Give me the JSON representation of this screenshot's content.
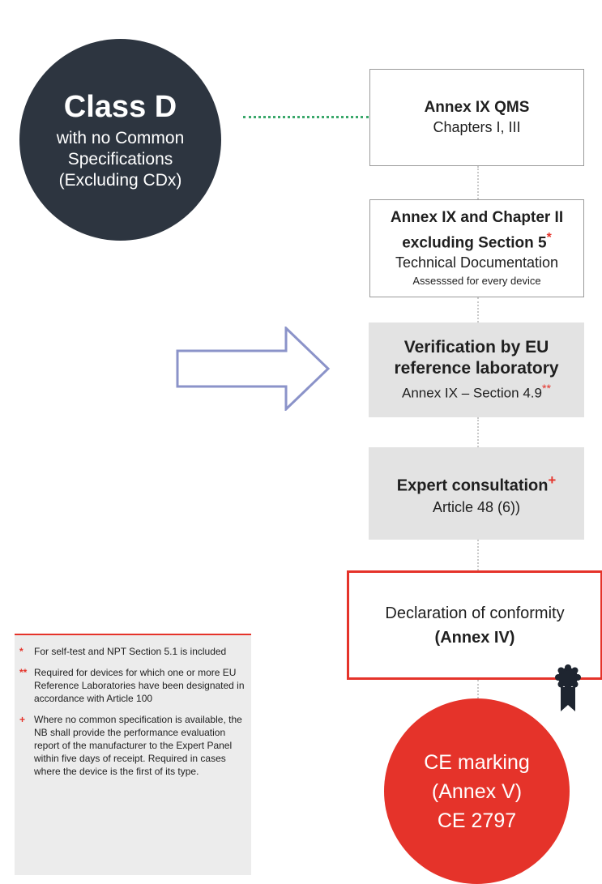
{
  "class_circle": {
    "title": "Class D",
    "lines": [
      "with no Common",
      "Specifications",
      "(Excluding CDx)"
    ]
  },
  "boxes": {
    "qms": {
      "title": "Annex IX QMS",
      "subtitle": "Chapters I, III"
    },
    "tech_doc": {
      "title_line1": "Annex IX and Chapter II",
      "title_line2": "excluding Section 5",
      "title_mark": "*",
      "subtitle": "Technical Documentation",
      "note": "Assesssed for every device"
    },
    "eurl": {
      "title_line1": "Verification by EU",
      "title_line2": "reference laboratory",
      "subtitle": "Annex IX – Section 4.9",
      "subtitle_mark": "**"
    },
    "expert": {
      "title": "Expert consultation",
      "title_mark": "+",
      "subtitle": "Article 48 (6))"
    },
    "declaration": {
      "line1": "Declaration of conformity",
      "line2": "(Annex IV)"
    }
  },
  "ce_circle": {
    "lines": [
      "CE marking",
      "(Annex V)",
      "CE 2797"
    ]
  },
  "notes": [
    {
      "mark": "*",
      "text": "For self-test and NPT Section 5.1 is included"
    },
    {
      "mark": "**",
      "text": "Required for devices for which one or more EU Reference Laboratories have been designated in accordance with Article 100"
    },
    {
      "mark": "+",
      "text": "Where no common specification is available, the NB shall provide the performance evaluation report of the manufacturer to the Expert Panel within five days of receipt. Required in cases where the device is the first of its type."
    }
  ],
  "colors": {
    "dark": "#2d3540",
    "accent_red": "#e5332a",
    "connector_green": "#3aa86b",
    "arrow_outline": "#8b93c9",
    "grey_box": "#e3e3e3"
  },
  "icons": {
    "arrow": "right-arrow-icon",
    "badge": "award-badge-icon"
  }
}
